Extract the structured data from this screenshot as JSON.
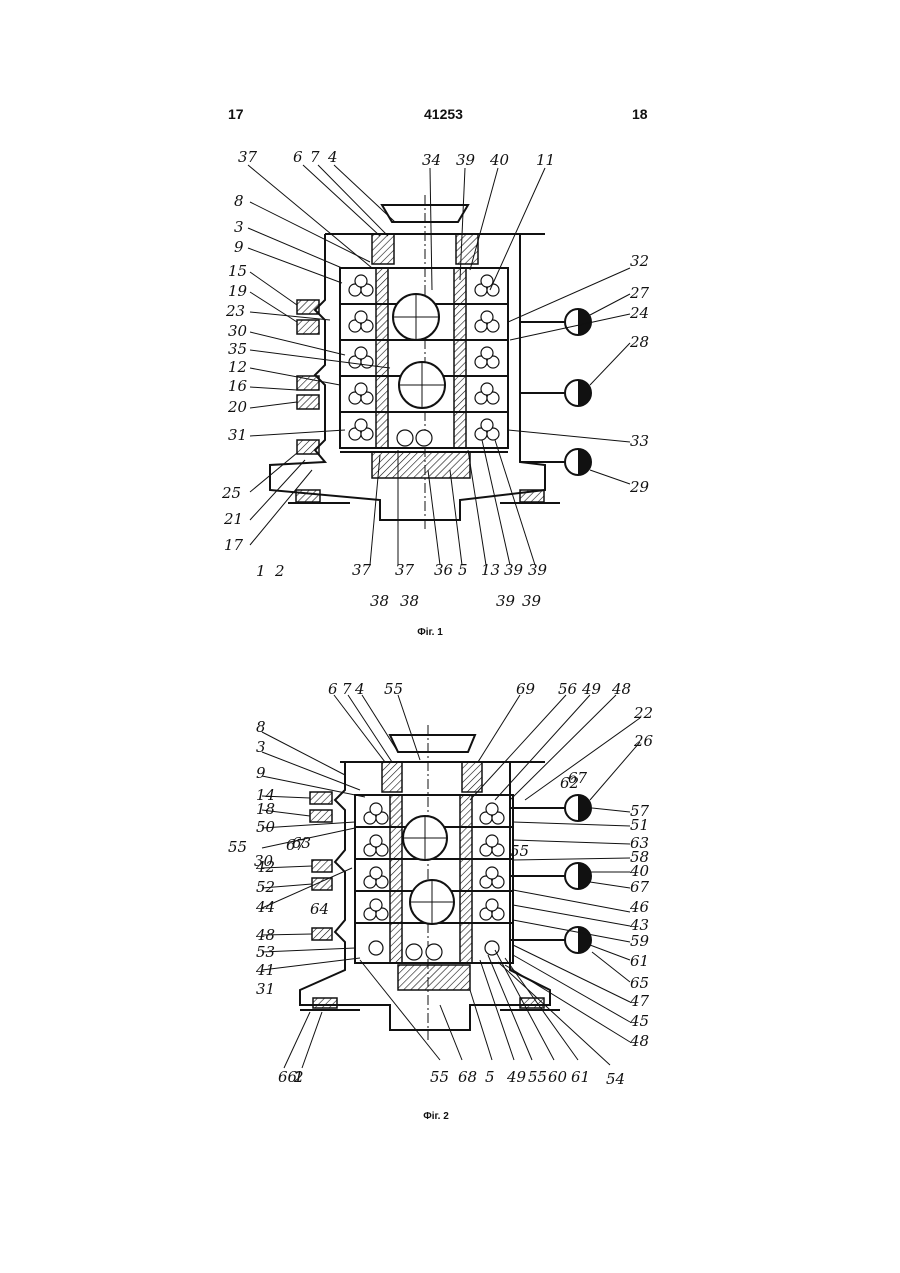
{
  "header": {
    "page_left": "17",
    "patent_number": "41253",
    "page_right": "18"
  },
  "figures": [
    {
      "caption": "Фіг. 1",
      "callouts": [
        "37",
        "6",
        "7",
        "4",
        "34",
        "39",
        "40",
        "11",
        "8",
        "3",
        "9",
        "15",
        "19",
        "23",
        "30",
        "35",
        "12",
        "16",
        "20",
        "31",
        "25",
        "21",
        "17",
        "1",
        "2",
        "32",
        "27",
        "24",
        "28",
        "33",
        "29",
        "37",
        "37",
        "36",
        "5",
        "13",
        "39",
        "39",
        "38",
        "38",
        "39",
        "39"
      ]
    },
    {
      "caption": "Фіг. 2",
      "callouts": [
        "6",
        "7",
        "4",
        "55",
        "69",
        "56",
        "49",
        "48",
        "22",
        "26",
        "8",
        "3",
        "9",
        "62",
        "67",
        "14",
        "18",
        "50",
        "55",
        "67",
        "63",
        "57",
        "51",
        "63",
        "30",
        "55",
        "58",
        "42",
        "40",
        "52",
        "44",
        "64",
        "67",
        "46",
        "48",
        "43",
        "59",
        "53",
        "41",
        "31",
        "61",
        "65",
        "47",
        "45",
        "48",
        "54",
        "55",
        "68",
        "5",
        "49",
        "55",
        "60",
        "61",
        "66",
        "1",
        "2"
      ]
    }
  ]
}
